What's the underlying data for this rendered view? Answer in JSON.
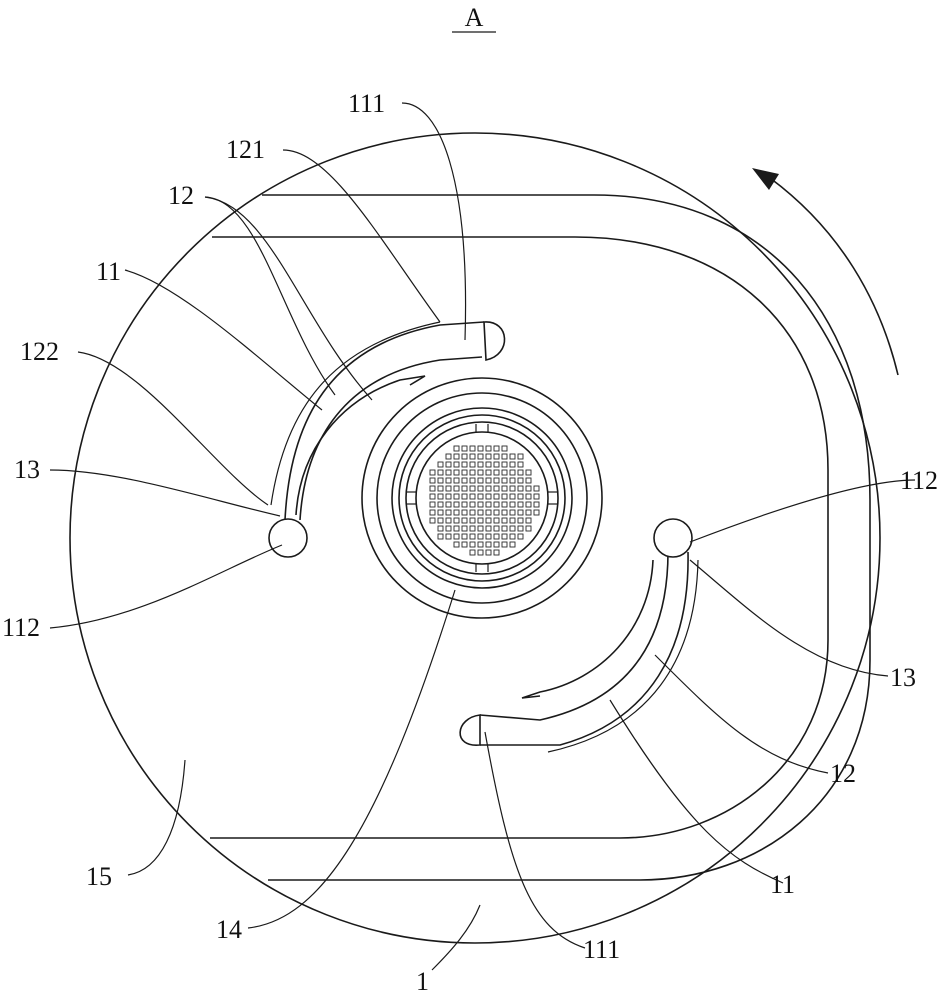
{
  "diagram": {
    "view_label": "A",
    "labels": {
      "disc": "1",
      "arc_slot": "11",
      "slot_end_outer": "111",
      "slot_end_inner": "112",
      "guide": "12",
      "guide_upper_end": "121",
      "guide_lower_end": "122",
      "slot_hole": "13",
      "center_filter": "14",
      "plate": "15"
    },
    "rotation_direction": "counter-clockwise",
    "line_color": "#1a1a1a",
    "background_color": "#ffffff"
  }
}
